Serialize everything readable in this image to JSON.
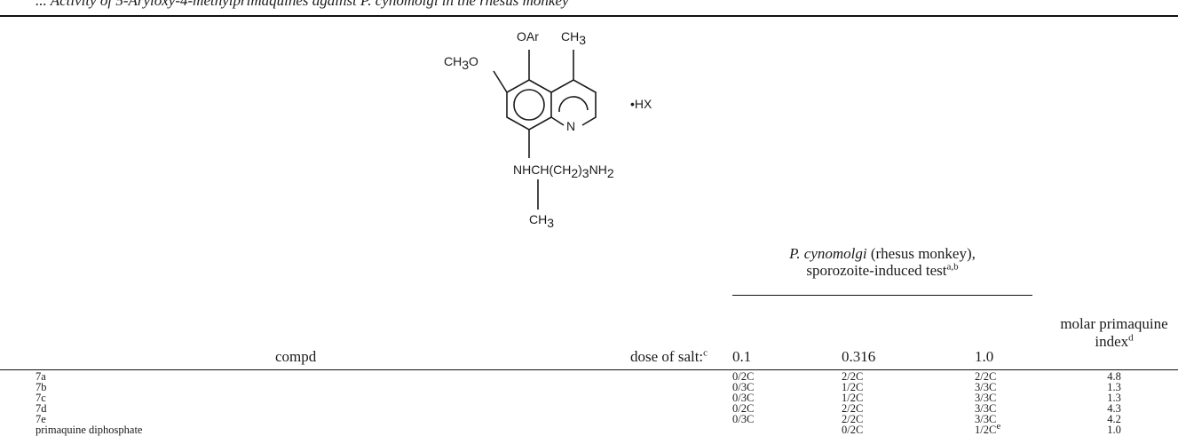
{
  "caption_fragment": "... Activity of 5-Aryloxy-4-methylprimaquines against P. cynomolgi in the rhesus monkey",
  "structure": {
    "oar": "OAr",
    "ch3_top": "CH",
    "ch3_top_sub": "3",
    "ch3o": "CH",
    "ch3o_sub": "3",
    "ch3o_o": "O",
    "n_ring": "N",
    "hx": "•HX",
    "side_chain": "NHCH(CH",
    "side_chain_sub": "2",
    "side_chain_rest": ")",
    "side_chain_sub2": "3",
    "side_chain_end": "NH",
    "side_chain_sub3": "2",
    "ch3_bottom": "CH",
    "ch3_bottom_sub": "3"
  },
  "headers": {
    "group_line1_italic": "P. cynomolgi",
    "group_line1_rest": " (rhesus monkey),",
    "group_line2": "sporozoite-induced test",
    "group_line2_sup": "a,b",
    "compd": "compd",
    "dose": "dose of salt:",
    "dose_sup": "c",
    "dose_1": "0.1",
    "dose_2": "0.316",
    "dose_3": "1.0",
    "index_line1": "molar primaquine",
    "index_line2": "index",
    "index_sup": "d"
  },
  "rows": [
    {
      "compd": "7a",
      "d1": "0/2C",
      "d2": "2/2C",
      "d3": "2/2C",
      "d3_sup": "",
      "index": "4.8"
    },
    {
      "compd": "7b",
      "d1": "0/3C",
      "d2": "1/2C",
      "d3": "3/3C",
      "d3_sup": "",
      "index": "1.3"
    },
    {
      "compd": "7c",
      "d1": "0/3C",
      "d2": "1/2C",
      "d3": "3/3C",
      "d3_sup": "",
      "index": "1.3"
    },
    {
      "compd": "7d",
      "d1": "0/2C",
      "d2": "2/2C",
      "d3": "3/3C",
      "d3_sup": "",
      "index": "4.3"
    },
    {
      "compd": "7e",
      "d1": "0/3C",
      "d2": "2/2C",
      "d3": "3/3C",
      "d3_sup": "",
      "index": "4.2"
    },
    {
      "compd": "primaquine diphosphate",
      "d1": "",
      "d2": "0/2C",
      "d3": "1/2C",
      "d3_sup": "e",
      "index": "1.0"
    }
  ]
}
